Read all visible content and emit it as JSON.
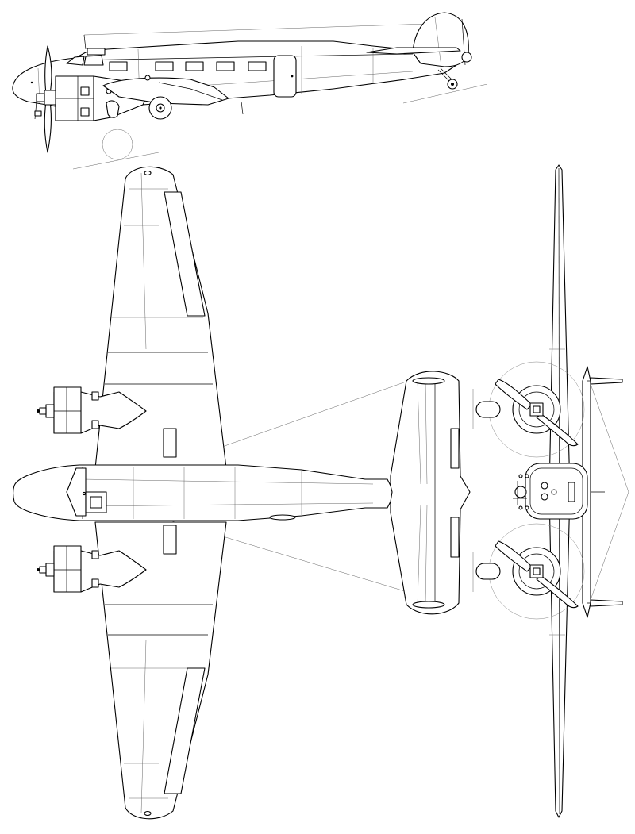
{
  "figure": {
    "views": [
      "side",
      "top",
      "front"
    ],
    "colors": {
      "line": "#000000",
      "background": "#ffffff",
      "thin_line": "#555555",
      "guide": "#888888"
    }
  }
}
